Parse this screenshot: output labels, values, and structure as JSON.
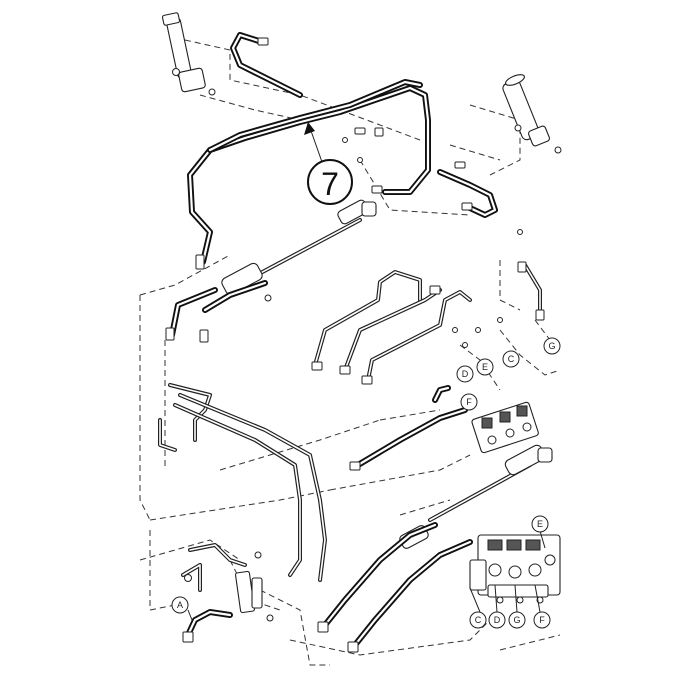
{
  "diagram": {
    "main_callout": "7",
    "callouts": {
      "C": "C",
      "D": "D",
      "E": "E",
      "F": "F",
      "G": "G",
      "A": "A"
    }
  },
  "colors": {
    "ink": "#111111",
    "background": "#ffffff"
  }
}
